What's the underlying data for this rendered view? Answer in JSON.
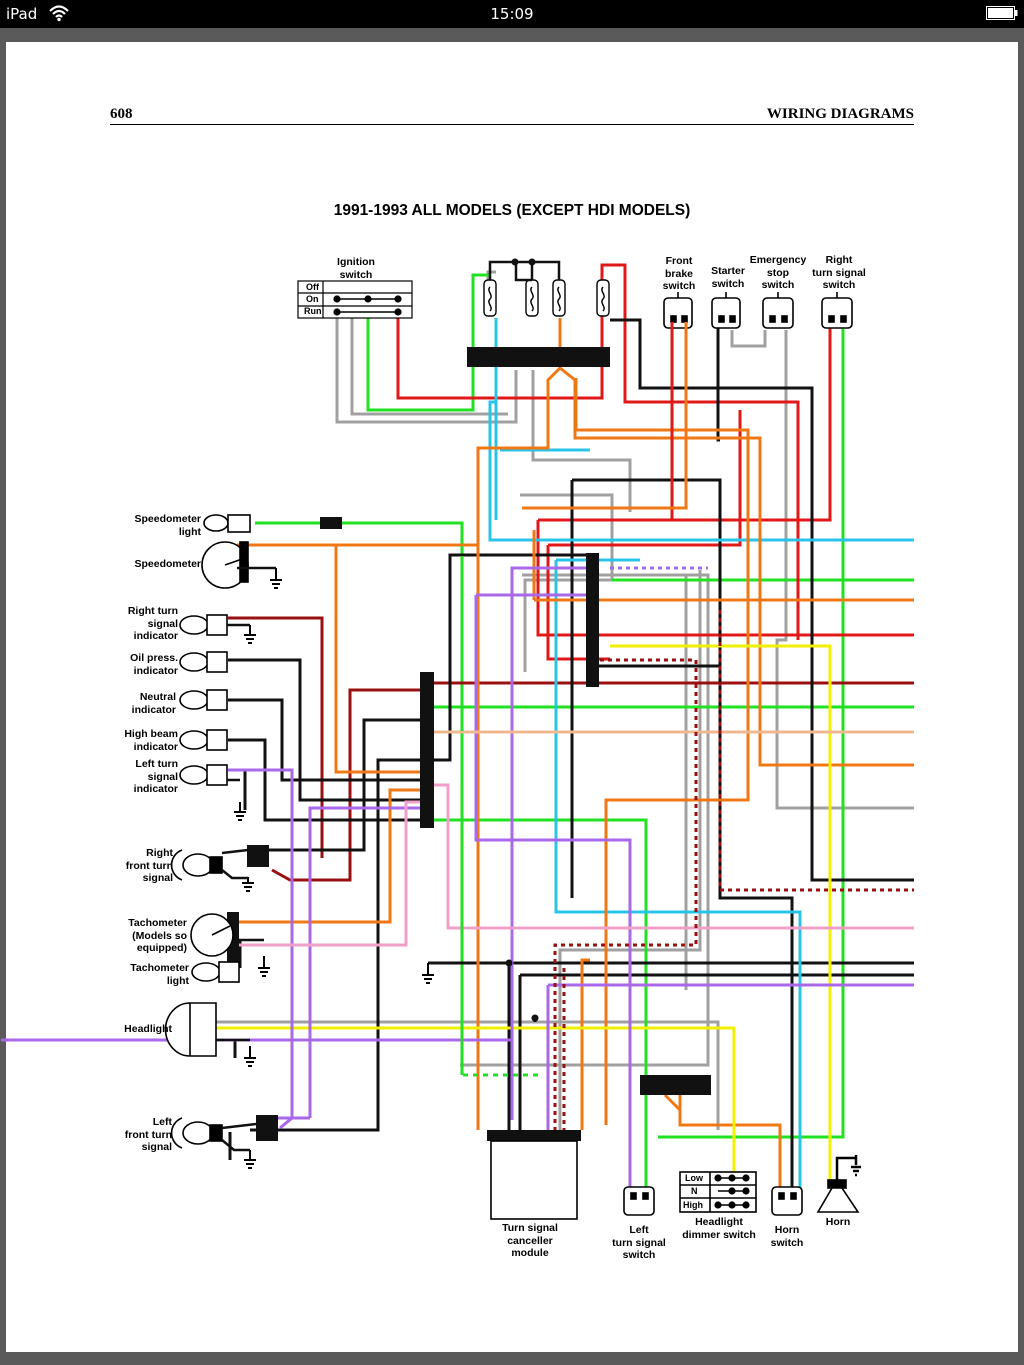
{
  "status_bar": {
    "device": "iPad",
    "time": "15:09"
  },
  "header": {
    "page_number": "608",
    "section": "WIRING DIAGRAMS"
  },
  "title": "1991-1993 ALL MODELS (EXCEPT HDI MODELS)",
  "switch_labels": {
    "ignition": "Ignition\nswitch",
    "front_brake": "Front\nbrake\nswitch",
    "starter": "Starter\nswitch",
    "emergency_stop": "Emergency\nstop\nswitch",
    "right_turn_signal_switch": "Right\nturn signal\nswitch"
  },
  "ignition_positions": [
    "Off",
    "On",
    "Run"
  ],
  "left_components": {
    "speedometer_light": "Speedometer\nlight",
    "speedometer": "Speedometer",
    "right_turn_signal_indicator": "Right turn\nsignal\nindicator",
    "oil_press_indicator": "Oil press.\nindicator",
    "neutral_indicator": "Neutral\nindicator",
    "high_beam_indicator": "High beam\nindicator",
    "left_turn_signal_indicator": "Left turn\nsignal\nindicator",
    "right_front_turn_signal": "Right\nfront turn\nsignal",
    "tachometer": "Tachometer\n(Models so\nequipped)",
    "tachometer_light": "Tachometer\nlight",
    "headlight": "Headlight",
    "left_front_turn_signal": "Left\nfront turn\nsignal"
  },
  "bottom_components": {
    "turn_signal_canceller": "Turn signal\ncanceller\nmodule",
    "left_turn_signal_switch": "Left\nturn signal\nswitch",
    "headlight_dimmer_switch": "Headlight\ndimmer switch",
    "horn_switch": "Horn\nswitch",
    "horn": "Horn"
  },
  "dimmer_positions": [
    "Low",
    "N",
    "High"
  ],
  "wire_colors": {
    "black": "#111111",
    "red": "#e01818",
    "dark_red": "#9a1010",
    "green": "#22e022",
    "blue": "#28c4e8",
    "orange": "#f07814",
    "gray": "#a0a0a0",
    "yellow": "#f0f000",
    "violet": "#a868e8",
    "pink": "#f0a0c8",
    "tan": "#f0b890",
    "white": "#ffffff"
  }
}
